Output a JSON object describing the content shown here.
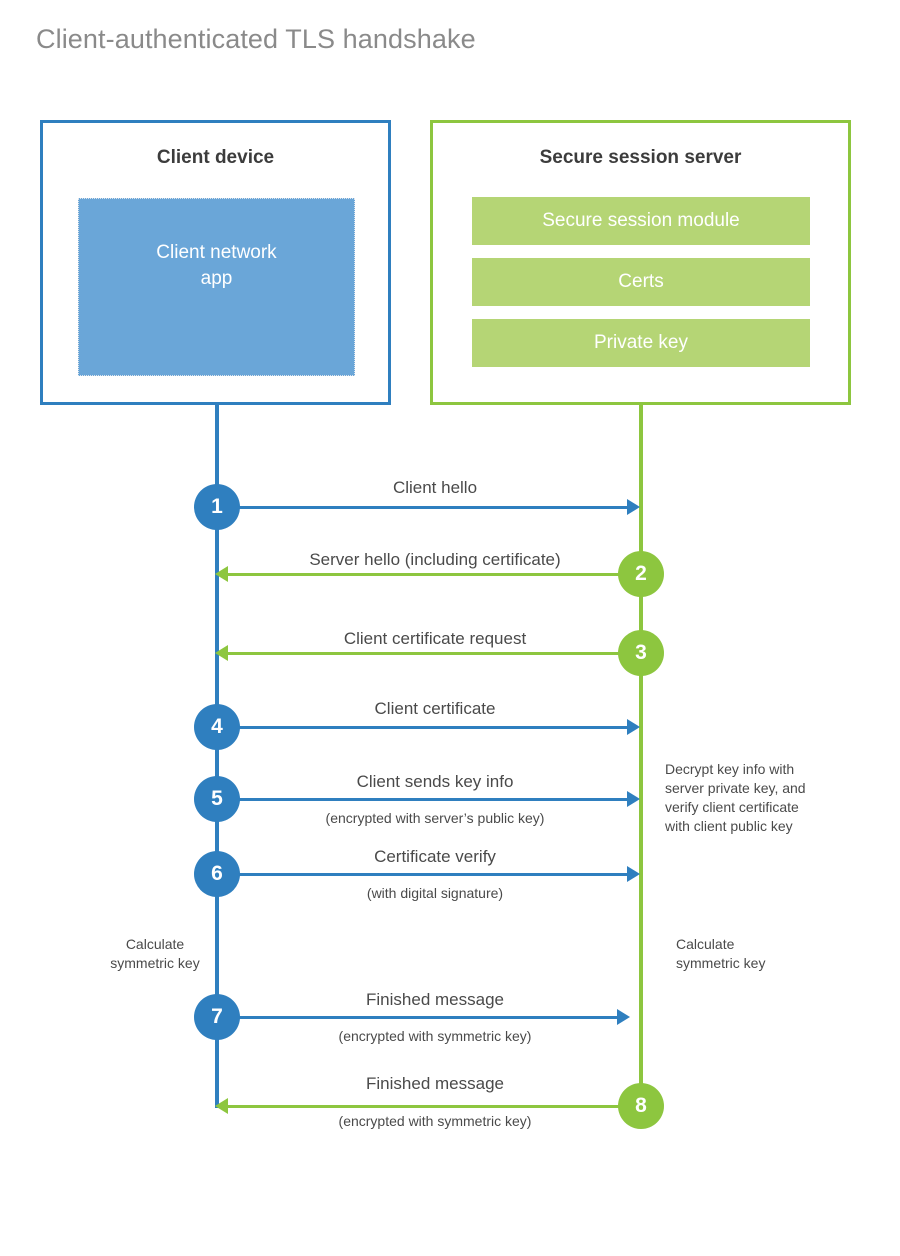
{
  "diagram": {
    "title": "Client-authenticated TLS handshake",
    "colors": {
      "client_blue": "#2f7fbf",
      "client_app_fill": "#6aa6d8",
      "server_green": "#8dc63f",
      "server_bar_fill": "#b5d575",
      "text_gray": "#4a4a4a",
      "title_gray": "#8a8a8a",
      "background": "#ffffff"
    },
    "parties": {
      "client": {
        "title": "Client device",
        "app_label": "Client network\napp",
        "app_label_line1": "Client network",
        "app_label_line2": "app"
      },
      "server": {
        "title": "Secure session server",
        "components": [
          "Secure session module",
          "Certs",
          "Private key"
        ]
      }
    },
    "steps": [
      {
        "number": "1",
        "label": "Client hello",
        "sublabel": "",
        "direction": "client-to-server",
        "color": "blue"
      },
      {
        "number": "2",
        "label": "Server hello (including certificate)",
        "sublabel": "",
        "direction": "server-to-client",
        "color": "green"
      },
      {
        "number": "3",
        "label": "Client certificate request",
        "sublabel": "",
        "direction": "server-to-client",
        "color": "green"
      },
      {
        "number": "4",
        "label": "Client certificate",
        "sublabel": "",
        "direction": "client-to-server",
        "color": "blue"
      },
      {
        "number": "5",
        "label": "Client sends key info",
        "sublabel": "(encrypted with server’s public key)",
        "direction": "client-to-server",
        "color": "blue"
      },
      {
        "number": "6",
        "label": "Certificate verify",
        "sublabel": "(with digital signature)",
        "direction": "client-to-server",
        "color": "blue"
      },
      {
        "number": "7",
        "label": "Finished message",
        "sublabel": "(encrypted with symmetric key)",
        "direction": "client-to-server",
        "color": "blue"
      },
      {
        "number": "8",
        "label": "Finished message",
        "sublabel": "(encrypted with symmetric key)",
        "direction": "server-to-client",
        "color": "green"
      }
    ],
    "notes": {
      "server_decrypt": "Decrypt key info with server private key, and verify client certificate with client public key",
      "server_decrypt_lines": [
        "Decrypt key info with",
        "server private key, and",
        "verify client certificate",
        "with client public key"
      ],
      "client_calculate_lines": [
        "Calculate",
        "symmetric key"
      ],
      "server_calculate_lines": [
        "Calculate",
        "symmetric key"
      ]
    }
  }
}
